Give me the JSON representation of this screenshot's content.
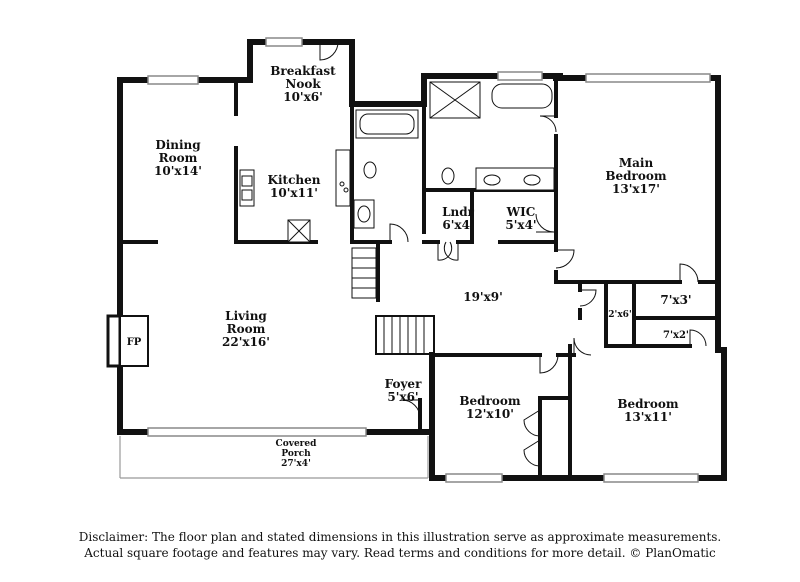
{
  "rooms": {
    "breakfast_nook": {
      "name1": "Breakfast",
      "name2": "Nook",
      "dims": "10'x6'"
    },
    "dining_room": {
      "name1": "Dining",
      "name2": "Room",
      "dims": "10'x14'"
    },
    "kitchen": {
      "name1": "Kitchen",
      "dims": "10'x11'"
    },
    "living_room": {
      "name1": "Living",
      "name2": "Room",
      "dims": "22'x16'"
    },
    "fireplace": {
      "label": "FP"
    },
    "foyer": {
      "name1": "Foyer",
      "dims": "5'x6'"
    },
    "covered_porch": {
      "name1": "Covered",
      "name2": "Porch",
      "dims": "27'x4'"
    },
    "laundry": {
      "name1": "Lndr",
      "dims": "6'x4'"
    },
    "wic": {
      "name1": "WIC",
      "dims": "5'x4'"
    },
    "main_bedroom": {
      "name1": "Main",
      "name2": "Bedroom",
      "dims": "13'x17'"
    },
    "hall": {
      "dims": "19'x9'"
    },
    "closet_a": {
      "dims": "2'x6'"
    },
    "closet_b": {
      "dims": "7'x3'"
    },
    "closet_c": {
      "dims": "7'x2'"
    },
    "bedroom_2": {
      "name1": "Bedroom",
      "dims": "12'x10'"
    },
    "bedroom_3": {
      "name1": "Bedroom",
      "dims": "13'x11'"
    }
  },
  "disclaimer": {
    "line1": "Disclaimer: The floor plan and stated dimensions in this illustration serve as approximate measurements.",
    "line2": "Actual square footage and features may vary. Read terms and conditions for more detail. © PlanOmatic"
  }
}
